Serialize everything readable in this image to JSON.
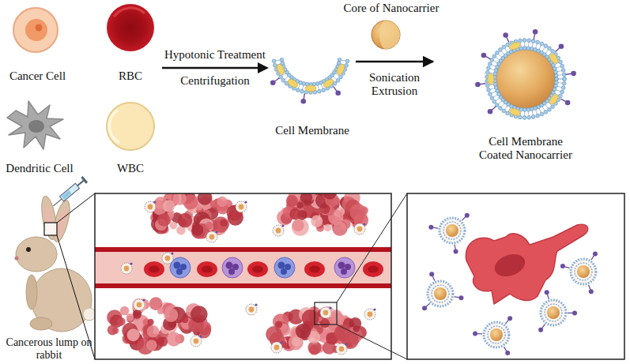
{
  "diagram": {
    "nodes": [
      {
        "text": [
          "Cancer Cell"
        ]
      },
      {
        "text": [
          "RBC"
        ]
      },
      {
        "text": [
          "Dendritic Cell"
        ]
      },
      {
        "text": [
          "WBC"
        ]
      },
      {
        "text": [
          "Cell Membrane"
        ]
      },
      {
        "text": [
          "Core of Nanocarrier"
        ]
      },
      {
        "text": [
          "Cell Membrane Coated Nanocarrier"
        ]
      },
      {
        "text": [
          "Cancerous lump on rabbit"
        ]
      }
    ],
    "edges": [
      {
        "from": 4,
        "to": 6,
        "arrow": "to",
        "label": "Sonication Extrusion"
      }
    ],
    "labels": [
      "Hypotonic Treatment",
      "Centrifugation"
    ]
  }
}
